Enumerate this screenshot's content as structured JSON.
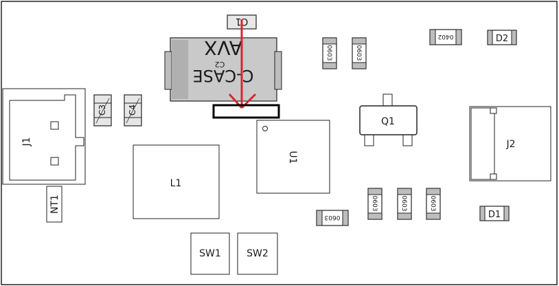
{
  "components": {
    "c1": "C1",
    "c2": "C2",
    "c2_case": "C-CASE",
    "c2_brand": "AVX",
    "c3": "C3",
    "c4": "C4",
    "d1": "D1",
    "d2": "D2",
    "j1": "J1",
    "j2": "J2",
    "l1": "L1",
    "nt1": "NT1",
    "q1": "Q1",
    "u1": "U1",
    "sw1": "SW1",
    "sw2": "SW2",
    "r_top_1": "0603",
    "r_top_2": "0603",
    "r_top_right": "0402",
    "r_bottom_left": "0603",
    "r_bottom_1": "0603",
    "r_bottom_2": "0603",
    "r_bottom_3": "0603"
  },
  "colors": {
    "outline": "#1a1a1a",
    "package_fill": "#c8c8c8",
    "arrow": "#d9262a",
    "highlight_box": "#000000",
    "chip_fill": "#e6e6e6"
  }
}
